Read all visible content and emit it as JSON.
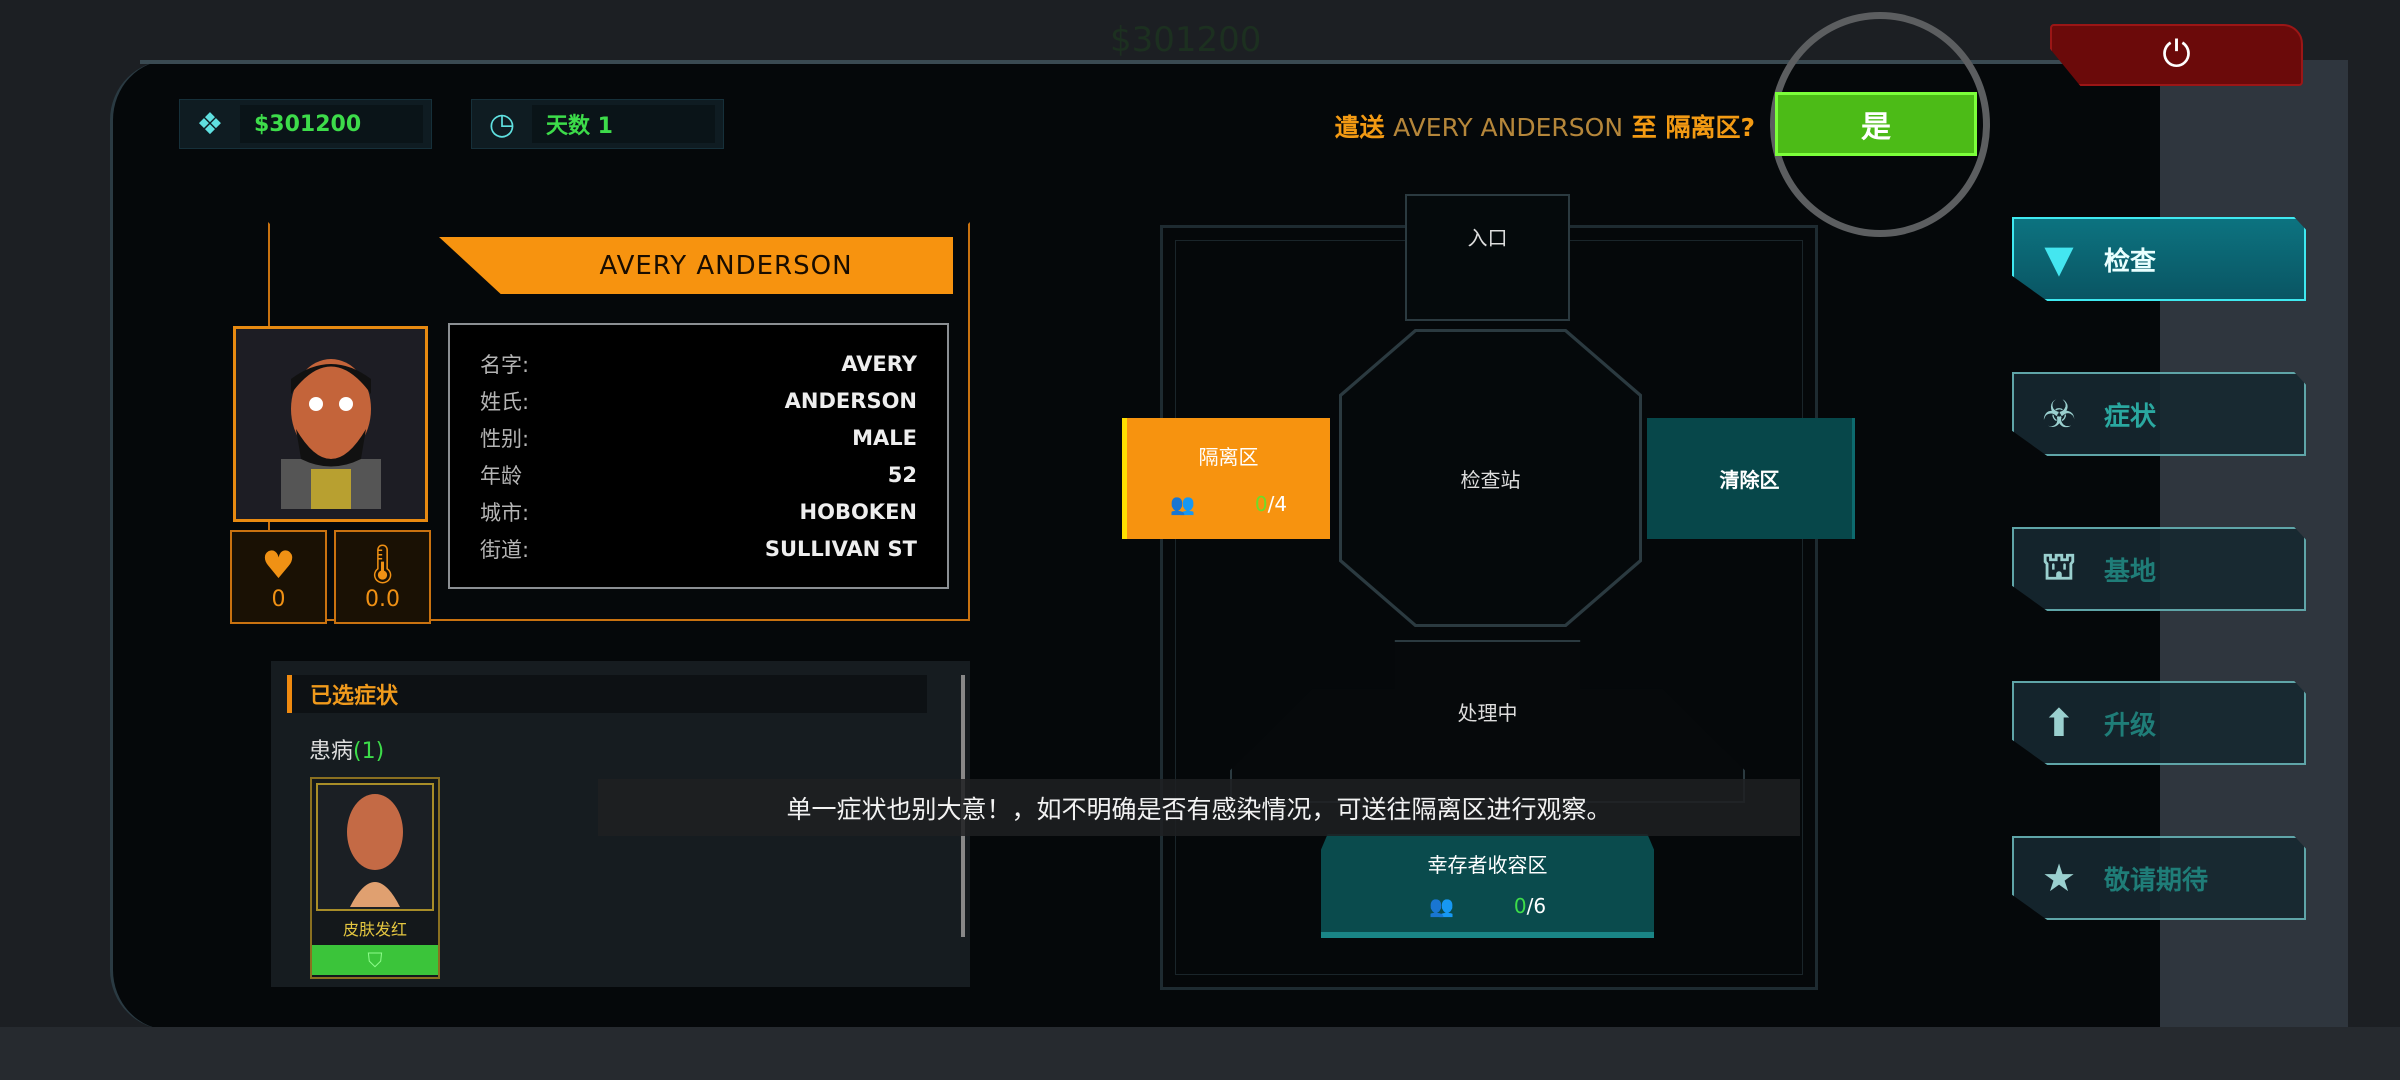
{
  "hud": {
    "money": "$301200",
    "money_icon": "cash-icon",
    "days": "天数 1",
    "days_icon": "clock-icon",
    "ghost_money": "$301200"
  },
  "prompt": {
    "prefix": "遣送",
    "name": "AVERY ANDERSON",
    "middle": "至",
    "target": "隔离区?",
    "yes_label": "是"
  },
  "power_icon": "power-icon",
  "menu": [
    {
      "label": "检查",
      "icon": "scanner-icon",
      "active": true
    },
    {
      "label": "症状",
      "icon": "biohazard-icon"
    },
    {
      "label": "基地",
      "icon": "base-icon"
    },
    {
      "label": "升级",
      "icon": "upgrade-icon"
    },
    {
      "label": "敬请期待",
      "icon": "book-star-icon"
    }
  ],
  "patient": {
    "full_name": "AVERY ANDERSON",
    "fields": [
      {
        "key": "名字:",
        "value": "AVERY"
      },
      {
        "key": "姓氏:",
        "value": "ANDERSON"
      },
      {
        "key": "性别:",
        "value": "MALE"
      },
      {
        "key": "年龄",
        "value": "52"
      },
      {
        "key": "城市:",
        "value": "HOBOKEN"
      },
      {
        "key": "街道:",
        "value": "SULLIVAN ST"
      }
    ],
    "heart_rate": "0",
    "temperature": "0.0"
  },
  "symptoms": {
    "header": "已选症状",
    "count_label": "患病",
    "count": "(1)",
    "items": [
      {
        "label": "皮肤发红",
        "status": "shield-check"
      }
    ]
  },
  "map": {
    "entrance": "入口",
    "checkpoint": "检查站",
    "quarantine": {
      "label": "隔离区",
      "current": "0",
      "capacity": "/4"
    },
    "clear": "清除区",
    "processing": "处理中",
    "survivor": {
      "label": "幸存者收容区",
      "current": "0",
      "capacity": "/6"
    }
  },
  "tip": "单一症状也别大意！，如不明确是否有感染情况，可送往隔离区进行观察。",
  "colors": {
    "accent_orange": "#f7930f",
    "yes_green": "#4cbb17",
    "teal": "#0a4b4d",
    "power_red": "#6b0a0a"
  }
}
